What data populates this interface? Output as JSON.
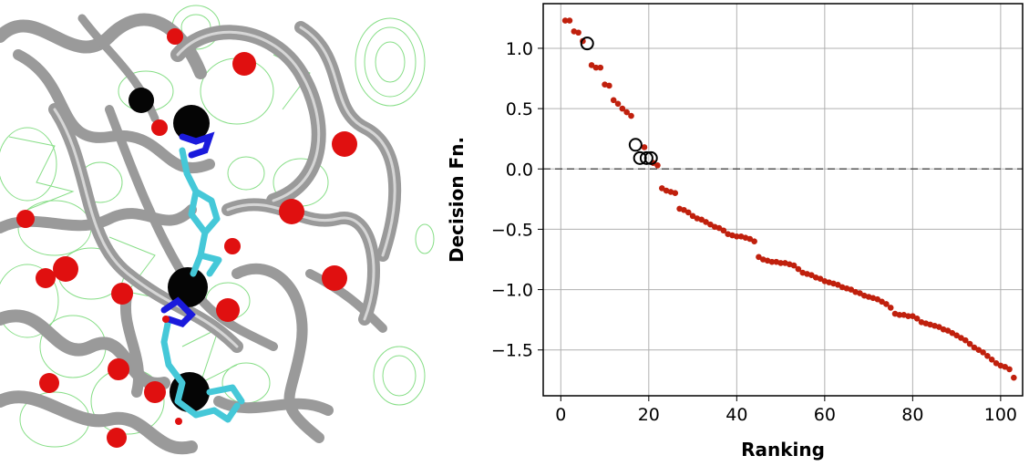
{
  "left_panel": {
    "description_icon": "protein-structure-render"
  },
  "chart_data": {
    "type": "scatter",
    "title": "",
    "xlabel": "Ranking",
    "ylabel": "Decision Fn.",
    "xlim": [
      -4,
      105
    ],
    "ylim": [
      -1.88,
      1.37
    ],
    "xticks": [
      0,
      20,
      40,
      60,
      80,
      100
    ],
    "xtick_labels": [
      "0",
      "20",
      "40",
      "60",
      "80",
      "100"
    ],
    "yticks": [
      1.0,
      0.5,
      0.0,
      -0.5,
      -1.0,
      -1.5
    ],
    "ytick_labels": [
      "1.0",
      "0.5",
      "0.0",
      "−0.5",
      "−1.0",
      "−1.5"
    ],
    "grid": true,
    "reference_line": {
      "y": 0.0,
      "style": "dashed",
      "color": "#555555"
    },
    "series": [
      {
        "style": "filled-dot",
        "color": "#c0200d",
        "x": [
          1,
          2,
          3,
          4,
          5,
          7,
          8,
          9,
          10,
          11,
          12,
          13,
          14,
          15,
          16,
          19,
          21,
          22,
          23,
          24,
          25,
          26,
          27,
          28,
          29,
          30,
          31,
          32,
          33,
          34,
          35,
          36,
          37,
          38,
          39,
          40,
          41,
          42,
          43,
          44,
          45,
          46,
          47,
          48,
          49,
          50,
          51,
          52,
          53,
          54,
          55,
          56,
          57,
          58,
          59,
          60,
          61,
          62,
          63,
          64,
          65,
          66,
          67,
          68,
          69,
          70,
          71,
          72,
          73,
          74,
          75,
          76,
          77,
          78,
          79,
          80,
          81,
          82,
          83,
          84,
          85,
          86,
          87,
          88,
          89,
          90,
          91,
          92,
          93,
          94,
          95,
          96,
          97,
          98,
          99,
          100,
          101,
          102,
          103
        ],
        "y": [
          1.23,
          1.23,
          1.14,
          1.13,
          1.06,
          0.86,
          0.84,
          0.84,
          0.7,
          0.69,
          0.57,
          0.54,
          0.5,
          0.47,
          0.44,
          0.18,
          0.05,
          0.03,
          -0.16,
          -0.18,
          -0.19,
          -0.2,
          -0.33,
          -0.34,
          -0.36,
          -0.39,
          -0.41,
          -0.42,
          -0.44,
          -0.46,
          -0.48,
          -0.49,
          -0.51,
          -0.54,
          -0.55,
          -0.56,
          -0.56,
          -0.57,
          -0.58,
          -0.6,
          -0.73,
          -0.75,
          -0.76,
          -0.77,
          -0.77,
          -0.78,
          -0.78,
          -0.79,
          -0.8,
          -0.83,
          -0.86,
          -0.87,
          -0.88,
          -0.9,
          -0.91,
          -0.93,
          -0.94,
          -0.95,
          -0.96,
          -0.98,
          -0.99,
          -1.0,
          -1.02,
          -1.03,
          -1.05,
          -1.06,
          -1.07,
          -1.08,
          -1.1,
          -1.12,
          -1.15,
          -1.2,
          -1.21,
          -1.21,
          -1.22,
          -1.22,
          -1.24,
          -1.27,
          -1.28,
          -1.29,
          -1.3,
          -1.31,
          -1.33,
          -1.34,
          -1.36,
          -1.38,
          -1.4,
          -1.42,
          -1.45,
          -1.48,
          -1.5,
          -1.52,
          -1.55,
          -1.58,
          -1.61,
          -1.63,
          -1.64,
          -1.66,
          -1.73
        ]
      },
      {
        "style": "open-circle",
        "color": "#000000",
        "x": [
          6,
          17,
          18,
          19.5,
          20.5
        ],
        "y": [
          1.04,
          0.2,
          0.09,
          0.09,
          0.09
        ]
      }
    ]
  }
}
